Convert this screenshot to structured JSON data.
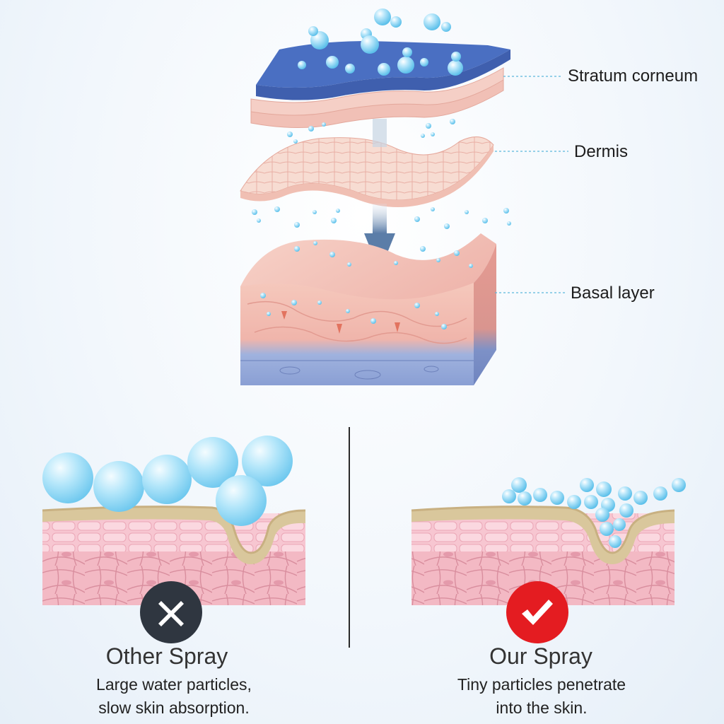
{
  "layers": {
    "stratum_corneum": "Stratum corneum",
    "dermis": "Dermis",
    "basal_layer": "Basal layer"
  },
  "comparison": {
    "left": {
      "title": "Other Spray",
      "desc_line1": "Large water particles,",
      "desc_line2": "slow skin absorption.",
      "badge_icon": "x-icon",
      "badge_color": "#2f3640"
    },
    "right": {
      "title": "Our Spray",
      "desc_line1": "Tiny particles penetrate",
      "desc_line2": "into the skin.",
      "badge_icon": "check-icon",
      "badge_color": "#e41c21"
    }
  },
  "colors": {
    "skin_top": "#f3c9bf",
    "skin_dark": "#e8a7a0",
    "water": "#8fd3f0",
    "blue_layer": "#4f73c4"
  }
}
